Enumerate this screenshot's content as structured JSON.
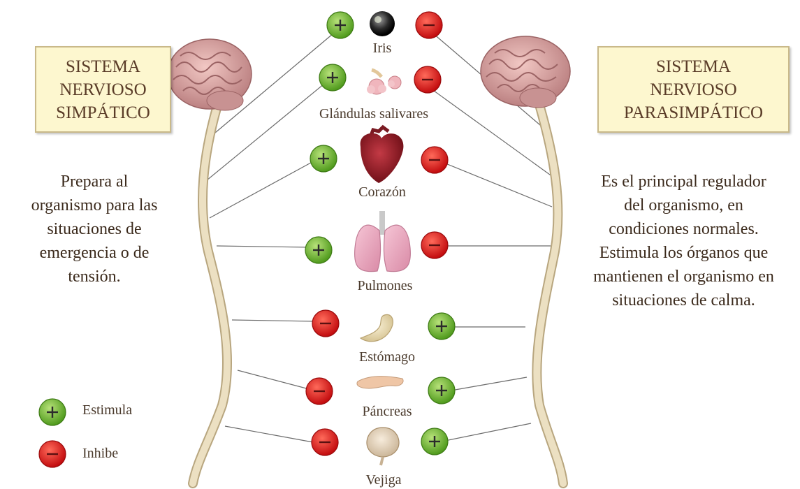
{
  "sympathetic": {
    "title_lines": [
      "SISTEMA",
      "NERVIOSO",
      "SIMPÁTICO"
    ],
    "description_lines": [
      "Prepara al",
      "organismo para las",
      "situaciones de",
      "emergencia o de",
      "tensión."
    ]
  },
  "parasympathetic": {
    "title_lines": [
      "SISTEMA",
      "NERVIOSO",
      "PARASIMPÁTICO"
    ],
    "description_lines": [
      "Es el principal regulador",
      "del organismo, en",
      "condiciones normales.",
      "Estimula los órganos que",
      "mantienen el organismo en",
      "situaciones de calma."
    ]
  },
  "organs": [
    {
      "name": "Iris",
      "sympathetic": "stimulates",
      "parasympathetic": "inhibits"
    },
    {
      "name": "Glándulas salivares",
      "sympathetic": "stimulates",
      "parasympathetic": "inhibits"
    },
    {
      "name": "Corazón",
      "sympathetic": "stimulates",
      "parasympathetic": "inhibits"
    },
    {
      "name": "Pulmones",
      "sympathetic": "stimulates",
      "parasympathetic": "inhibits"
    },
    {
      "name": "Estómago",
      "sympathetic": "inhibits",
      "parasympathetic": "stimulates"
    },
    {
      "name": "Páncreas",
      "sympathetic": "inhibits",
      "parasympathetic": "stimulates"
    },
    {
      "name": "Vejiga",
      "sympathetic": "inhibits",
      "parasympathetic": "stimulates"
    }
  ],
  "legend": {
    "stimulate_label": "Estimula",
    "inhibit_label": "Inhibe"
  },
  "colors": {
    "stimulate": "#7cc53a",
    "inhibit": "#e8161a",
    "box_fill": "#fdf7cf",
    "spine": "#e9dcbc",
    "brain": "#d9a3a3"
  }
}
